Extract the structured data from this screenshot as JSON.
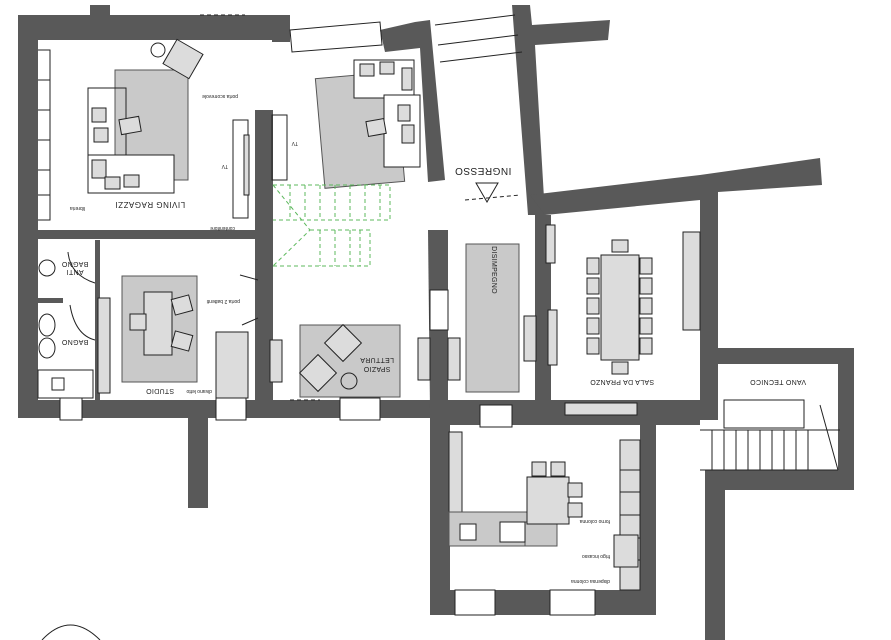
{
  "plan": {
    "rooms": {
      "living_ragazzi": "LIVING RAGAZZI",
      "studio": "STUDIO",
      "bagno": "BAGNO",
      "anti_bagno_1": "ANTI",
      "anti_bagno_2": "BAGNO",
      "spazio_lettura_1": "SPAZIO",
      "spazio_lettura_2": "LETTURA",
      "disimpegno": "DISIMPEGNO",
      "sala_da_pranzo": "SALA DA PRANZO",
      "vano_tecnico": "VANO TECNICO",
      "ingresso": "INGRESSO"
    },
    "annotations": {
      "tv_1": "TV",
      "tv_2": "TV",
      "porta_scorrevole": "porta scorrevole",
      "libreria": "libreria",
      "contenitore": "contenitore",
      "porta_2_battenti": "porta 2 battenti",
      "divano_letto": "divano letto",
      "forno": "forno colonna",
      "frigo": "frigo incasso",
      "dispensa": "dispensa colonna"
    },
    "colors": {
      "wall": "#595959",
      "rug": "#c9c9c9",
      "stair": "#5cb85c"
    }
  }
}
